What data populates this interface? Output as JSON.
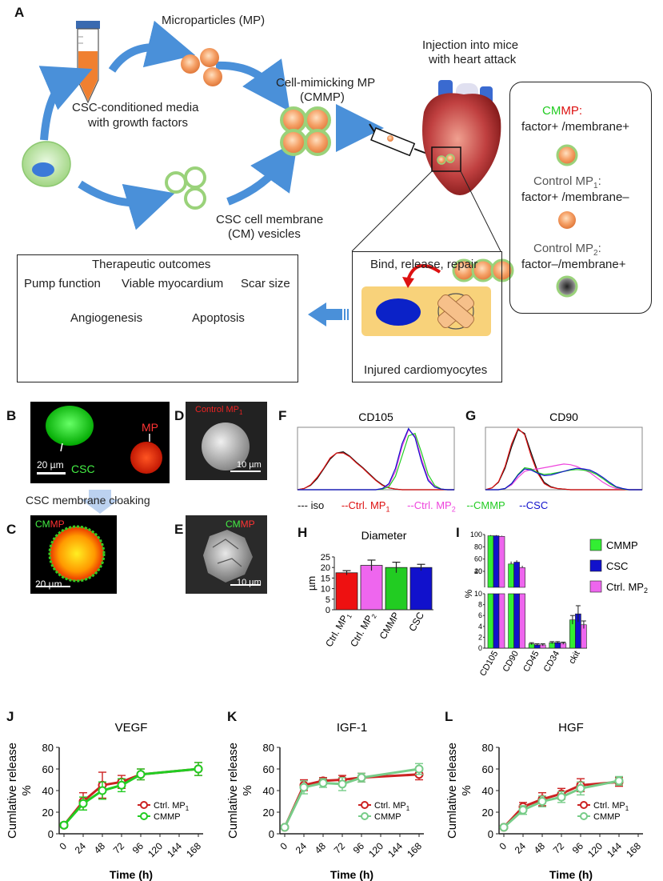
{
  "panel_labels": {
    "A": "A",
    "B": "B",
    "C": "C",
    "D": "D",
    "E": "E",
    "F": "F",
    "G": "G",
    "H": "H",
    "I": "I",
    "J": "J",
    "K": "K",
    "L": "L"
  },
  "schematic": {
    "microparticles": "Microparticles (MP)",
    "media_line1": "CSC-conditioned media",
    "media_line2": "with growth factors",
    "cmmp_line1": "Cell-mimicking MP",
    "cmmp_line2": "(CMMP)",
    "injection_line1": "Injection into mice",
    "injection_line2": "with heart attack",
    "vesicles_line1": "CSC cell membrane",
    "vesicles_line2": "(CM) vesicles",
    "legend": {
      "cmmp_cm": "CM",
      "cmmp_mp": "MP:",
      "cmmp_desc": "factor+ /membrane+",
      "mp1_name": "Control MP",
      "mp1_sub": "1",
      "mp1_colon": ":",
      "mp1_desc": "factor+ /membrane–",
      "mp2_name": "Control MP",
      "mp2_sub": "2",
      "mp2_colon": ":",
      "mp2_desc": "factor–/membrane+"
    },
    "outcomes": {
      "title": "Therapeutic outcomes",
      "pump": "Pump function",
      "viable": "Viable myocardium",
      "scar": "Scar size",
      "angio": "Angiogenesis",
      "apoptosis": "Apoptosis"
    },
    "repair": {
      "title": "Bind, release, repair",
      "cells": "Injured cardiomyocytes"
    }
  },
  "microscopy": {
    "b_csc": "CSC",
    "b_mp": "MP",
    "b_scale": "20 µm",
    "d_label": "Control MP",
    "d_sub": "1",
    "d_scale": "10 µm",
    "cloaking": "CSC membrane cloaking",
    "c_cm": "CM",
    "c_mp": "MP",
    "c_scale": "20 µm",
    "e_cm": "CM",
    "e_mp": "MP",
    "e_scale": "10 µm"
  },
  "colors": {
    "cmmp": "#22cc22",
    "mp1": "#dd1111",
    "mp2": "#ee44dd",
    "csc": "#1111cc",
    "iso": "#111111",
    "arrow_blue": "#4a90d9",
    "up": "#33ee33",
    "down": "#ee1111"
  },
  "flow_legend": {
    "iso": "--- iso",
    "mp1": "--Ctrl. MP",
    "mp1_sub": "1",
    "mp2": "--Ctrl. MP",
    "mp2_sub": "2",
    "cmmp": "--CMMP",
    "csc": "--CSC"
  },
  "chart_data": [
    {
      "type": "line",
      "panel": "F",
      "title": "CD105",
      "series": [
        {
          "name": "iso",
          "values": [
            0,
            0.02,
            0.07,
            0.18,
            0.34,
            0.5,
            0.6,
            0.62,
            0.55,
            0.45,
            0.36,
            0.26,
            0.16,
            0.08,
            0.03,
            0.01,
            0,
            0,
            0,
            0,
            0,
            0,
            0,
            0,
            0
          ]
        },
        {
          "name": "Ctrl. MP1",
          "values": [
            0,
            0.02,
            0.08,
            0.2,
            0.35,
            0.52,
            0.6,
            0.6,
            0.54,
            0.44,
            0.35,
            0.25,
            0.15,
            0.07,
            0.03,
            0.01,
            0,
            0,
            0,
            0,
            0,
            0,
            0,
            0,
            0
          ]
        },
        {
          "name": "Ctrl. MP2",
          "values": [
            0,
            0,
            0,
            0,
            0,
            0,
            0,
            0,
            0,
            0,
            0,
            0,
            0,
            0.02,
            0.08,
            0.3,
            0.7,
            0.98,
            0.88,
            0.5,
            0.18,
            0.05,
            0.01,
            0,
            0
          ]
        },
        {
          "name": "CMMP",
          "values": [
            0,
            0,
            0,
            0,
            0,
            0,
            0,
            0,
            0,
            0,
            0,
            0,
            0,
            0.01,
            0.05,
            0.22,
            0.55,
            0.88,
            0.92,
            0.6,
            0.25,
            0.07,
            0.01,
            0,
            0
          ]
        },
        {
          "name": "CSC",
          "values": [
            0,
            0,
            0,
            0,
            0,
            0,
            0,
            0,
            0,
            0,
            0,
            0,
            0,
            0.02,
            0.1,
            0.35,
            0.75,
            1.0,
            0.85,
            0.45,
            0.15,
            0.04,
            0.01,
            0,
            0
          ]
        }
      ]
    },
    {
      "type": "line",
      "panel": "G",
      "title": "CD90",
      "series": [
        {
          "name": "iso",
          "values": [
            0,
            0.03,
            0.12,
            0.35,
            0.7,
            0.98,
            0.92,
            0.6,
            0.3,
            0.12,
            0.05,
            0.02,
            0.01,
            0,
            0,
            0,
            0,
            0,
            0,
            0,
            0,
            0,
            0,
            0,
            0
          ]
        },
        {
          "name": "Ctrl. MP1",
          "values": [
            0,
            0.03,
            0.13,
            0.38,
            0.75,
            1.0,
            0.9,
            0.55,
            0.27,
            0.1,
            0.04,
            0.02,
            0.01,
            0,
            0,
            0,
            0,
            0,
            0,
            0,
            0,
            0,
            0,
            0,
            0
          ]
        },
        {
          "name": "Ctrl. MP2",
          "values": [
            0,
            0,
            0,
            0.02,
            0.08,
            0.2,
            0.3,
            0.33,
            0.34,
            0.36,
            0.38,
            0.4,
            0.42,
            0.41,
            0.38,
            0.33,
            0.28,
            0.2,
            0.12,
            0.06,
            0.02,
            0.01,
            0,
            0,
            0
          ]
        },
        {
          "name": "CMMP",
          "values": [
            0,
            0,
            0,
            0.02,
            0.1,
            0.25,
            0.36,
            0.34,
            0.28,
            0.25,
            0.26,
            0.28,
            0.3,
            0.32,
            0.33,
            0.32,
            0.3,
            0.25,
            0.18,
            0.1,
            0.04,
            0.01,
            0,
            0,
            0
          ]
        },
        {
          "name": "CSC",
          "values": [
            0,
            0,
            0,
            0.02,
            0.1,
            0.24,
            0.34,
            0.32,
            0.27,
            0.23,
            0.24,
            0.27,
            0.3,
            0.33,
            0.35,
            0.34,
            0.32,
            0.27,
            0.2,
            0.12,
            0.05,
            0.02,
            0,
            0,
            0
          ]
        }
      ]
    },
    {
      "type": "bar",
      "panel": "H",
      "title": "Diameter",
      "ylabel": "µm",
      "categories": [
        "Ctrl. MP1",
        "Ctrl. MP2",
        "CMMP",
        "CSC"
      ],
      "cat_main": [
        "Ctrl. MP",
        "Ctrl. MP",
        "CMMP",
        "CSC"
      ],
      "cat_sub": [
        "1",
        "2",
        "",
        ""
      ],
      "values": [
        17.5,
        21,
        20,
        20
      ],
      "errors": [
        1,
        2.5,
        2.5,
        1.5
      ],
      "colors": [
        "#ee1111",
        "#ee66ee",
        "#22cc22",
        "#1111cc"
      ],
      "ylim": [
        0,
        25
      ],
      "yticks": [
        "0",
        "5",
        "10",
        "15",
        "20",
        "25"
      ]
    },
    {
      "type": "bar",
      "panel": "I",
      "ylabel": "%",
      "categories": [
        "CD105",
        "CD90",
        "CD45",
        "CD34",
        "ckit"
      ],
      "series": [
        {
          "name": "CMMP",
          "values": [
            98,
            52,
            0.8,
            1.0,
            5.2
          ],
          "errors": [
            1,
            4,
            0.2,
            0.2,
            0.8
          ]
        },
        {
          "name": "CSC",
          "values": [
            98,
            55,
            0.6,
            1.0,
            6.3
          ],
          "errors": [
            1,
            3,
            0.2,
            0.2,
            1.5
          ]
        },
        {
          "name": "Ctrl. MP2",
          "values": [
            97,
            46,
            0.6,
            0.9,
            4.3
          ],
          "errors": [
            1,
            3,
            0.2,
            0.2,
            0.7
          ]
        }
      ],
      "legend": {
        "cmmp": "CMMP",
        "csc": "CSC",
        "mp2": "Ctrl. MP",
        "mp2_sub": "2"
      },
      "yticks_top": [
        "40",
        "60",
        "80",
        "100"
      ],
      "yticks_mid": [
        "20"
      ],
      "yticks_bottom": [
        "0",
        "2",
        "4",
        "6",
        "8",
        "10"
      ],
      "colors": [
        "#33ee33",
        "#1111cc",
        "#ee66ee"
      ]
    },
    {
      "type": "line",
      "panel": "J",
      "title": "VEGF",
      "xlabel": "Time (h)",
      "ylabel": "Cumlative release %",
      "ylabel_line1": "Cumlative release",
      "ylabel_line2": "%",
      "x": [
        0,
        24,
        48,
        72,
        96,
        168
      ],
      "xticks": [
        "0",
        "24",
        "48",
        "72",
        "96",
        "120",
        "144",
        "168"
      ],
      "yticks": [
        "0",
        "20",
        "40",
        "60",
        "80"
      ],
      "ylim": [
        0,
        80
      ],
      "series": [
        {
          "name": "Ctrl. MP1",
          "values": [
            8,
            30,
            45,
            48,
            55,
            60
          ],
          "errors": [
            2,
            8,
            12,
            6,
            5,
            6
          ],
          "color": "#cc2222"
        },
        {
          "name": "CMMP",
          "values": [
            8,
            28,
            40,
            45,
            55,
            60
          ],
          "errors": [
            2,
            6,
            8,
            6,
            5,
            6
          ],
          "color": "#22cc22"
        }
      ],
      "legend": {
        "mp1": "Ctrl. MP",
        "mp1_sub": "1",
        "cmmp": "CMMP"
      }
    },
    {
      "type": "line",
      "panel": "K",
      "title": "IGF-1",
      "xlabel": "Time (h)",
      "ylabel": "Cumlative release %",
      "ylabel_line1": "Cumlative release",
      "ylabel_line2": "%",
      "x": [
        0,
        24,
        48,
        72,
        96,
        168
      ],
      "xticks": [
        "0",
        "24",
        "48",
        "72",
        "96",
        "120",
        "144",
        "168"
      ],
      "yticks": [
        "0",
        "20",
        "40",
        "60",
        "80"
      ],
      "ylim": [
        0,
        80
      ],
      "series": [
        {
          "name": "Ctrl. MP1",
          "values": [
            6,
            45,
            49,
            50,
            52,
            55
          ],
          "errors": [
            1,
            5,
            3,
            4,
            4,
            5
          ],
          "color": "#cc2222"
        },
        {
          "name": "CMMP",
          "values": [
            6,
            43,
            47,
            46,
            52,
            60
          ],
          "errors": [
            1,
            6,
            4,
            6,
            4,
            5
          ],
          "color": "#77cc88"
        }
      ],
      "legend": {
        "mp1": "Ctrl. MP",
        "mp1_sub": "1",
        "cmmp": "CMMP"
      }
    },
    {
      "type": "line",
      "panel": "L",
      "title": "HGF",
      "xlabel": "Time (h)",
      "ylabel": "Cumlative release %",
      "ylabel_line1": "Cumlative release",
      "ylabel_line2": "%",
      "x": [
        0,
        24,
        48,
        72,
        96,
        144
      ],
      "xticks": [
        "0",
        "24",
        "48",
        "72",
        "96",
        "120",
        "144",
        "168"
      ],
      "yticks": [
        "0",
        "20",
        "40",
        "60",
        "80"
      ],
      "ylim": [
        0,
        80
      ],
      "series": [
        {
          "name": "Ctrl. MP1",
          "values": [
            6,
            25,
            32,
            37,
            45,
            48
          ],
          "errors": [
            1,
            4,
            6,
            5,
            6,
            4
          ],
          "color": "#cc2222"
        },
        {
          "name": "CMMP",
          "values": [
            6,
            22,
            30,
            34,
            42,
            49
          ],
          "errors": [
            1,
            4,
            5,
            5,
            6,
            4
          ],
          "color": "#77cc88"
        }
      ],
      "legend": {
        "mp1": "Ctrl. MP",
        "mp1_sub": "1",
        "cmmp": "CMMP"
      }
    }
  ]
}
